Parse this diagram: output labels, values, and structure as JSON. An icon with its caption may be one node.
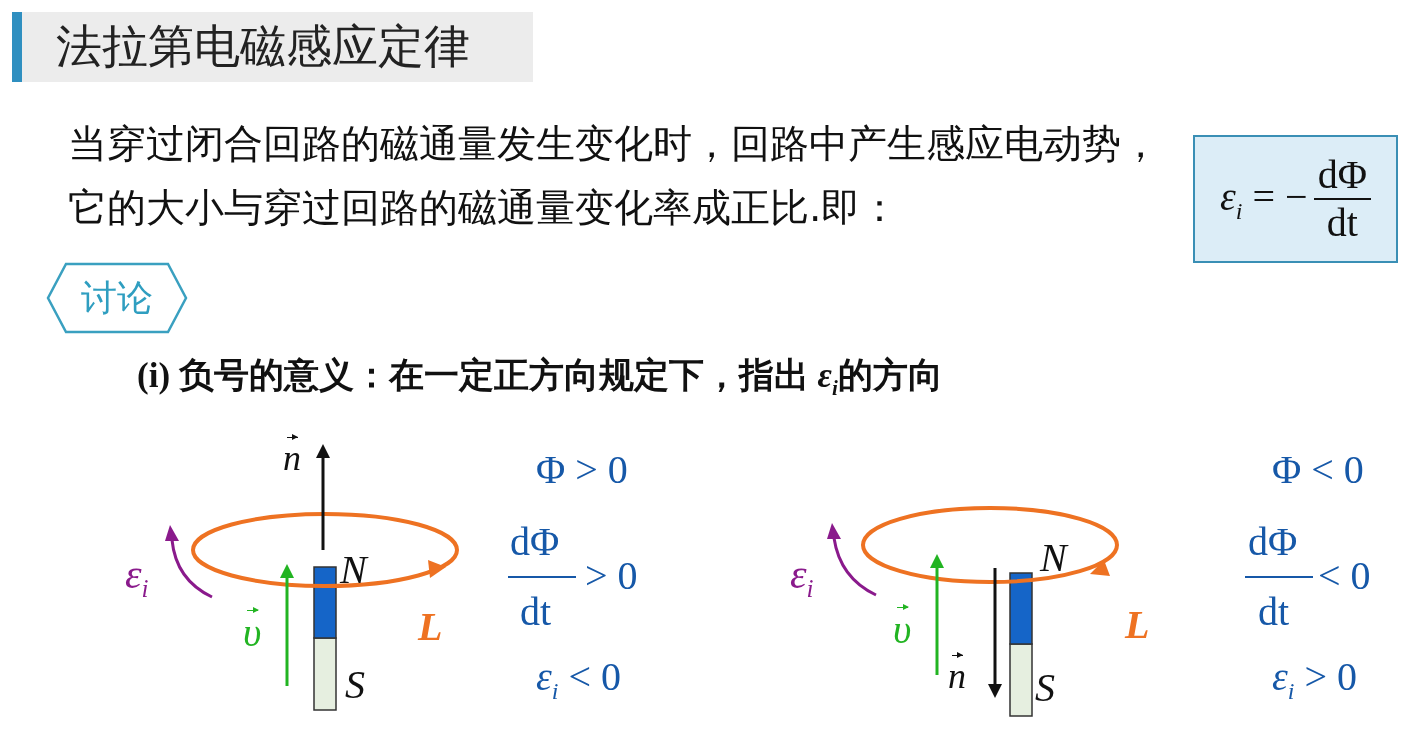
{
  "diagram": {
    "title": "法拉第电磁感应定律",
    "nodes": [
      {
        "text": [
          "*ε*$_{i}$ = −",
          "dΦ",
          "dt"
        ]
      },
      {
        "text": [
          "讨论"
        ]
      }
    ],
    "labels": [
      "当穿过闭合回路的磁通量发生变化时，回路中产生感应电动势，它的大小与穿过回路的磁通量变化率成正比.即：",
      "(i) 负号的意义：在一定正方向规定下，指出 *ε*$_{i}$的方向",
      "n",
      "Φ > 0",
      "*ε*$_{i}$",
      "N",
      "dΦ",
      "> 0",
      "dt",
      "L",
      "υ",
      "S",
      "*ε*$_{i}$ < 0",
      "Φ < 0",
      "*ε*$_{i}$",
      "N",
      "dΦ",
      "< 0",
      "dt",
      "L",
      "υ",
      "n",
      "S",
      "*ε*$_{i}$ > 0"
    ]
  }
}
